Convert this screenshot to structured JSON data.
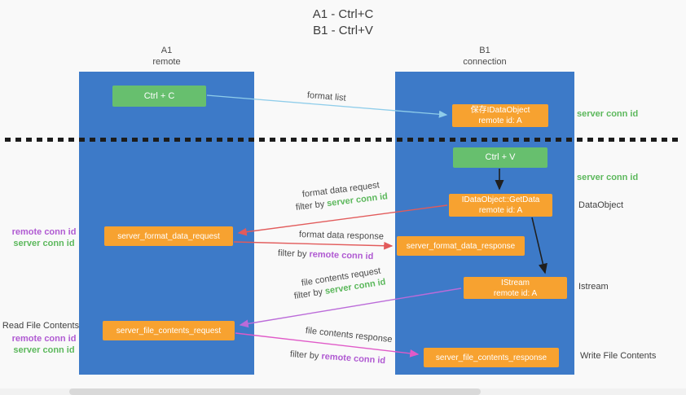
{
  "title": {
    "line1": "A1 - Ctrl+C",
    "line2": "B1 - Ctrl+V"
  },
  "lanes": {
    "a1": {
      "name": "A1",
      "role": "remote"
    },
    "b1": {
      "name": "B1",
      "role": "connection"
    }
  },
  "nodes": {
    "ctrl_c": {
      "label": "Ctrl + C"
    },
    "save_dataobject": {
      "line1": "保存IDataObject",
      "line2": "remote id: A"
    },
    "ctrl_v": {
      "label": "Ctrl + V"
    },
    "getdata": {
      "line1": "IDataObject::GetData",
      "line2": "remote id: A"
    },
    "format_request": {
      "label": "server_format_data_request"
    },
    "format_response": {
      "label": "server_format_data_response"
    },
    "istream": {
      "line1": "IStream",
      "line2": "remote id: A"
    },
    "file_request": {
      "label": "server_file_contents_request"
    },
    "file_response": {
      "label": "server_file_contents_response"
    }
  },
  "edges": {
    "format_list": {
      "label": "format list"
    },
    "format_data_request": {
      "label": "format data request",
      "filter_prefix": "filter by ",
      "filter_key": "server conn id"
    },
    "format_data_response": {
      "label": "format data response",
      "filter_prefix": "filter by ",
      "filter_key": "remote conn id"
    },
    "file_contents_request": {
      "label": "file contents request",
      "filter_prefix": "filter by ",
      "filter_key": "server conn id"
    },
    "file_contents_response": {
      "label": "file contents response",
      "filter_prefix": "filter by ",
      "filter_key": "remote conn id"
    }
  },
  "annotations": {
    "server_conn_id_top": "server conn id",
    "server_conn_id_mid": "server conn id",
    "dataobject": "DataObject",
    "istream": "Istream",
    "write_file_contents": "Write File Contents",
    "read_file_contents": "Read File Contents",
    "left_top": {
      "remote": "remote conn id",
      "server": "server conn id"
    },
    "left_bottom": {
      "remote": "remote conn id",
      "server": "server conn id"
    }
  },
  "colors": {
    "lane_blue": "#3d7ac8",
    "node_green": "#67bf6e",
    "node_orange": "#f7a230",
    "conn_id_green": "#5cb85c",
    "conn_id_purple": "#b05ad2",
    "arrow_blue": "#8fcdea",
    "arrow_black": "#1f1f1f",
    "arrow_red": "#e25b5b",
    "arrow_purple": "#bb6bd9",
    "arrow_pink": "#e05ac8"
  }
}
